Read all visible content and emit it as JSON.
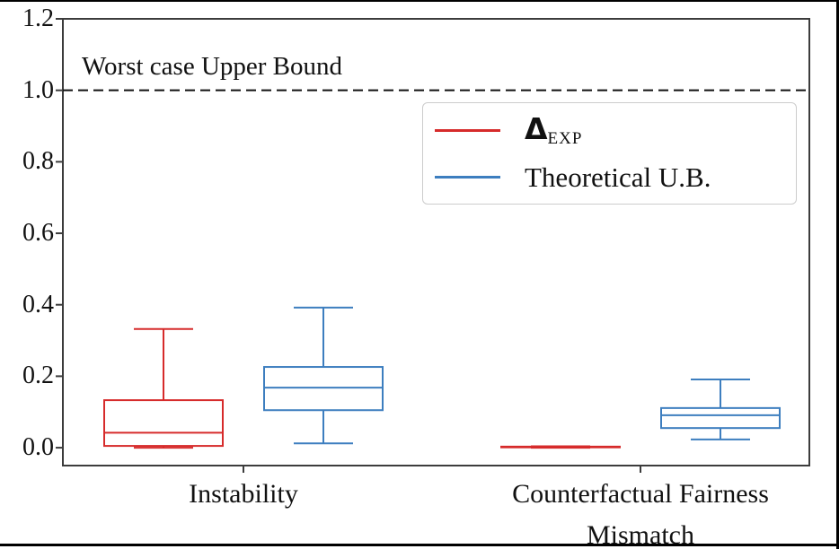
{
  "figure": {
    "annotation": "Worst case Upper Bound"
  },
  "chart_data": {
    "type": "boxplot",
    "title": "",
    "xlabel": "",
    "ylabel": "",
    "categories": [
      "Instability",
      "Counterfactual Fairness\nMismatch"
    ],
    "ylim": [
      -0.05,
      1.2
    ],
    "yticks": [
      0.0,
      0.2,
      0.4,
      0.6,
      0.8,
      1.0,
      1.2
    ],
    "ytick_labels": [
      "0.0",
      "0.2",
      "0.4",
      "0.6",
      "0.8",
      "1.0",
      "1.2"
    ],
    "grid": false,
    "reference_line": {
      "y": 1.0,
      "style": "dashed",
      "color": "#111111",
      "label": "Worst case Upper Bound"
    },
    "legend": {
      "position": "upper right",
      "entries": [
        {
          "label": "Δ_EXP",
          "symbol": "Δ",
          "subscript": "EXP",
          "color": "#d62b2b"
        },
        {
          "label": "Theoretical U.B.",
          "symbol": "",
          "subscript": "",
          "color": "#3d7ebf"
        }
      ]
    },
    "series": [
      {
        "name": "Δ_EXP",
        "color": "#d62b2b",
        "boxes": [
          {
            "category": "Instability",
            "whislo": 0.0,
            "q1": 0.005,
            "med": 0.042,
            "q3": 0.133,
            "whishi": 0.332
          },
          {
            "category": "Counterfactual Fairness Mismatch",
            "whislo": 0.0,
            "q1": 0.001,
            "med": 0.002,
            "q3": 0.003,
            "whishi": 0.004
          }
        ]
      },
      {
        "name": "Theoretical U.B.",
        "color": "#3d7ebf",
        "boxes": [
          {
            "category": "Instability",
            "whislo": 0.012,
            "q1": 0.105,
            "med": 0.168,
            "q3": 0.226,
            "whishi": 0.392
          },
          {
            "category": "Counterfactual Fairness Mismatch",
            "whislo": 0.023,
            "q1": 0.055,
            "med": 0.091,
            "q3": 0.111,
            "whishi": 0.191
          }
        ]
      }
    ],
    "axis_color": "#3c3c3c"
  }
}
